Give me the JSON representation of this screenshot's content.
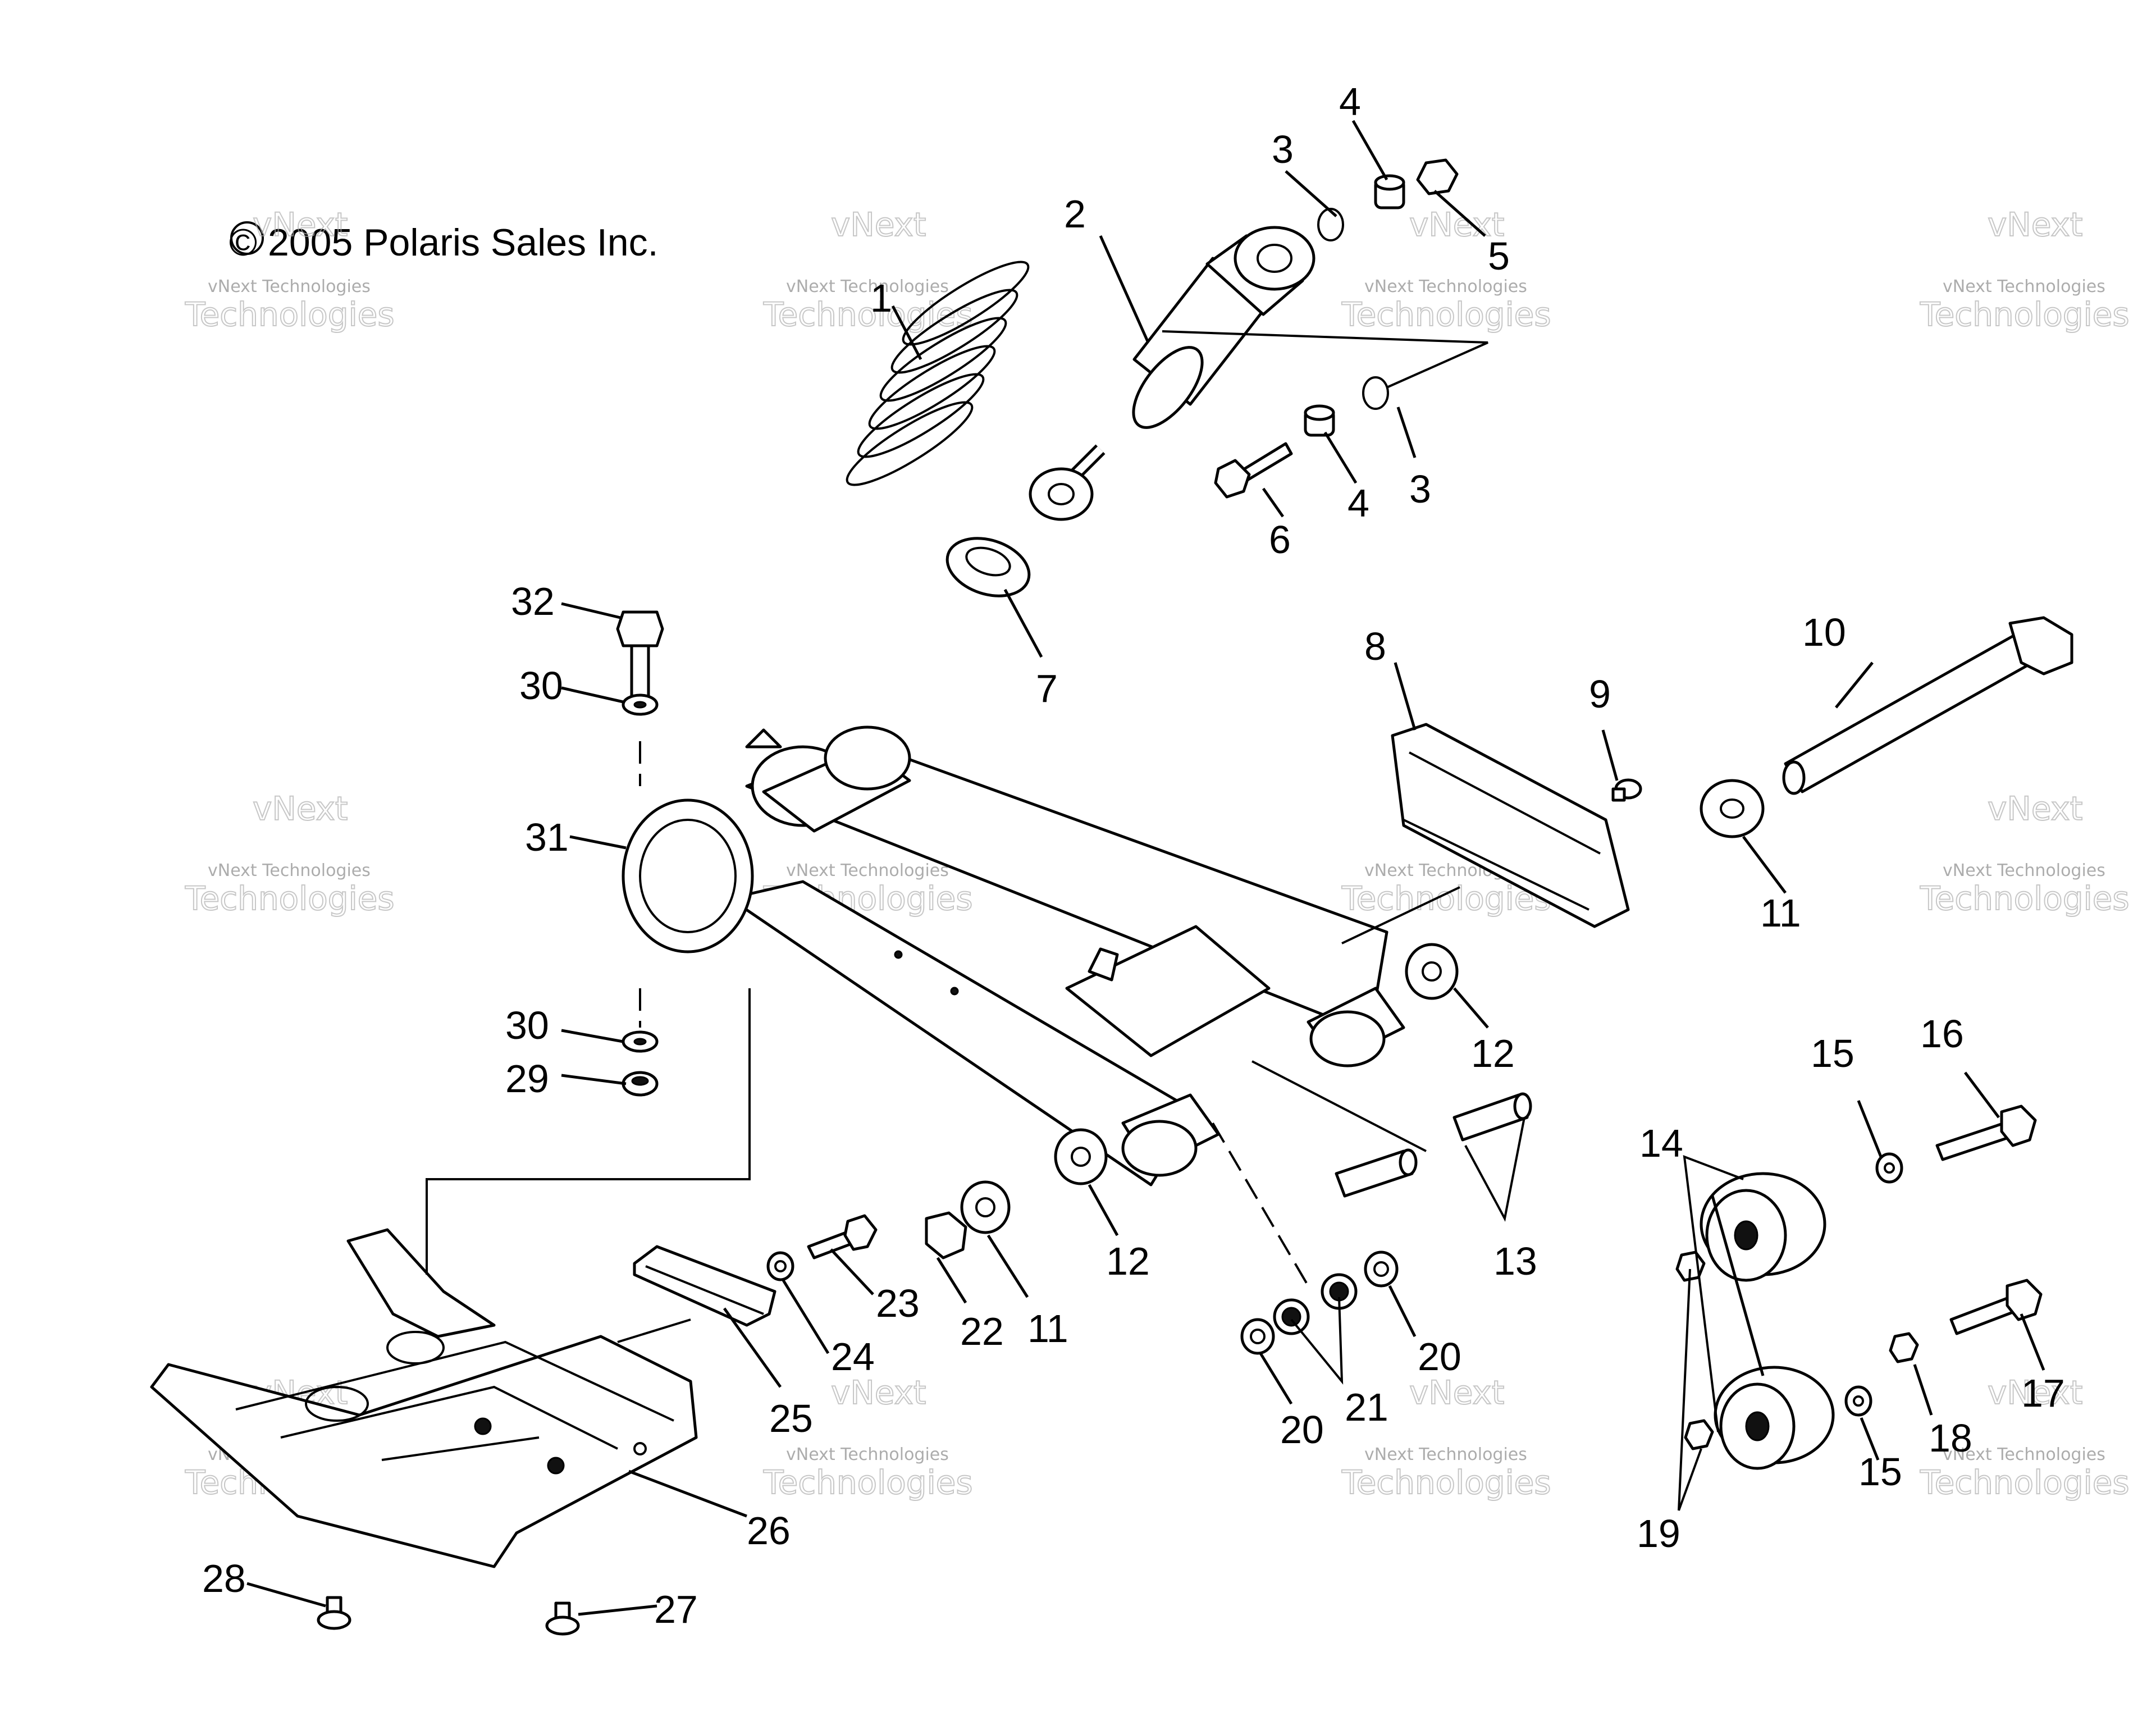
{
  "copyright": "© 2005 Polaris Sales Inc.",
  "watermark": {
    "line_top": "vNext",
    "line_mid": "vNext Technologies",
    "line_big": "Technologies"
  },
  "callouts": {
    "c1": "1",
    "c2": "2",
    "c3a": "3",
    "c3b": "3",
    "c4a": "4",
    "c4b": "4",
    "c5": "5",
    "c6": "6",
    "c7": "7",
    "c8": "8",
    "c9": "9",
    "c10": "10",
    "c11a": "11",
    "c11b": "11",
    "c12a": "12",
    "c12b": "12",
    "c13": "13",
    "c14": "14",
    "c15a": "15",
    "c15b": "15",
    "c16": "16",
    "c17": "17",
    "c18": "18",
    "c19": "19",
    "c20a": "20",
    "c20b": "20",
    "c21": "21",
    "c22": "22",
    "c23": "23",
    "c24": "24",
    "c25": "25",
    "c26": "26",
    "c27": "27",
    "c28": "28",
    "c29": "29",
    "c30a": "30",
    "c30b": "30",
    "c31": "31",
    "c32": "32"
  }
}
